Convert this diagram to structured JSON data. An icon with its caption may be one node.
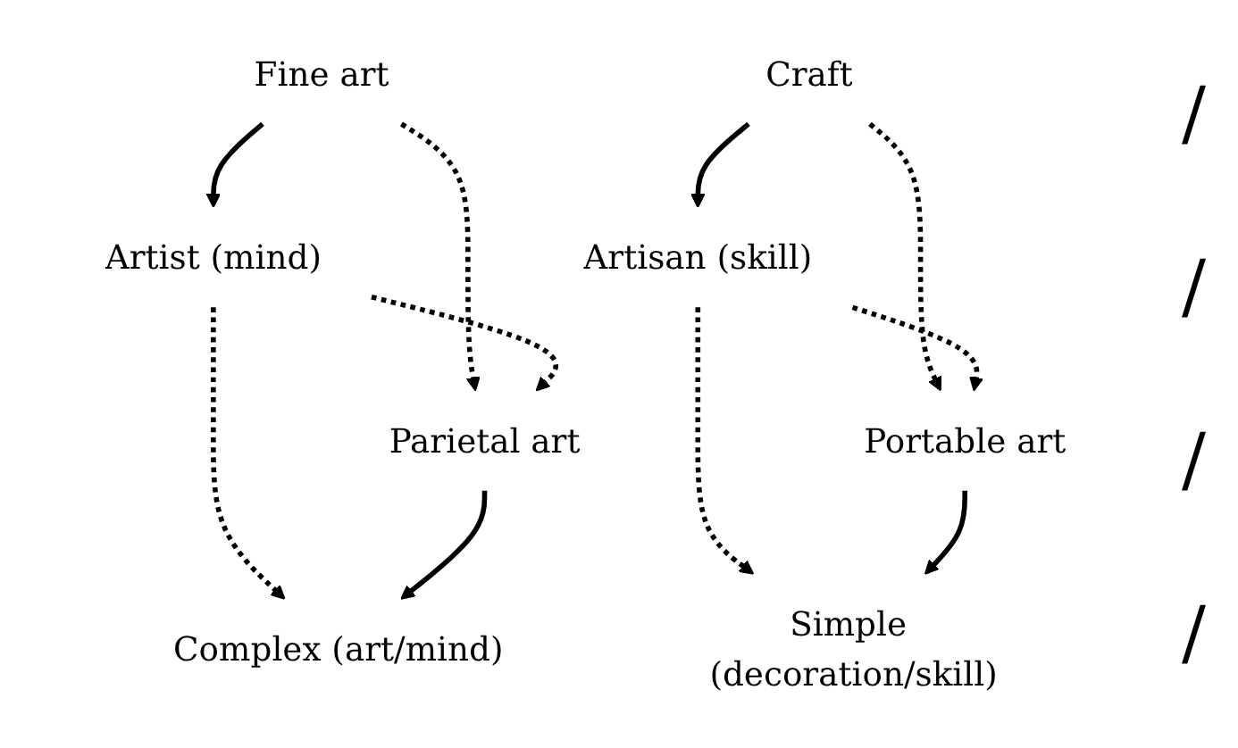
{
  "diagram": {
    "nodes": [
      {
        "text": [
          "Artist (mind)"
        ]
      },
      {
        "text": [
          "Artisan (skill)"
        ]
      },
      {
        "text": [
          "Fine art"
        ]
      },
      {
        "text": [
          "Craft"
        ]
      },
      {
        "text": [
          "Parietal art"
        ]
      },
      {
        "text": [
          "Portable art"
        ]
      },
      {
        "text": [
          "Complex (art/mind)"
        ]
      },
      {
        "text": [
          "Simple (decoration/skill)"
        ]
      }
    ],
    "edges": [
      {
        "from": 2,
        "to": 0,
        "arrow": "to"
      },
      {
        "from": 3,
        "to": 1,
        "arrow": "to"
      },
      {
        "from": 2,
        "to": 4,
        "arrow": "to",
        "style": "dashed"
      },
      {
        "from": 3,
        "to": 5,
        "arrow": "to",
        "style": "dashed"
      },
      {
        "from": 0,
        "to": 4,
        "arrow": "to",
        "style": "dashed"
      },
      {
        "from": 0,
        "to": 6,
        "arrow": "to",
        "style": "dashed"
      },
      {
        "from": 1,
        "to": 5,
        "arrow": "to",
        "style": "dashed"
      },
      {
        "from": 1,
        "to": 7,
        "arrow": "to",
        "style": "dashed"
      },
      {
        "from": 4,
        "to": 6,
        "arrow": "to"
      },
      {
        "from": 5,
        "to": 7,
        "arrow": "to"
      }
    ],
    "labels": [
      "/",
      "/",
      "/",
      "/"
    ]
  }
}
